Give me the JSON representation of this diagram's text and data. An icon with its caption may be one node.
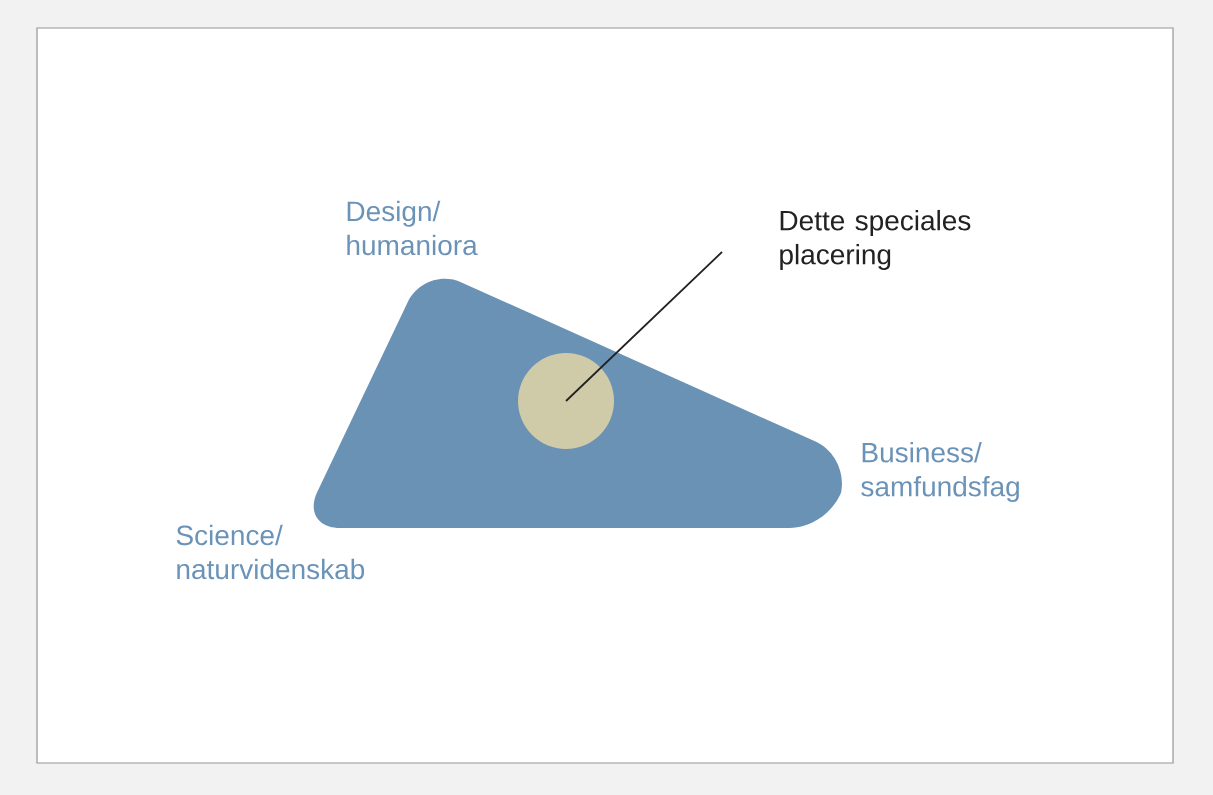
{
  "diagram": {
    "nodes": [
      {
        "text": [],
        "shape": "triangle"
      },
      {
        "text": [],
        "shape": "circle",
        "in": 0
      },
      {
        "text": [
          "Dette speciales placering"
        ]
      }
    ],
    "edges": [
      {
        "from": 2,
        "to": 1,
        "arrow": "none"
      }
    ],
    "labels": [
      "Design/ humaniora",
      "Business/ samfundsfag",
      "Science/ naturvidenskab"
    ]
  }
}
